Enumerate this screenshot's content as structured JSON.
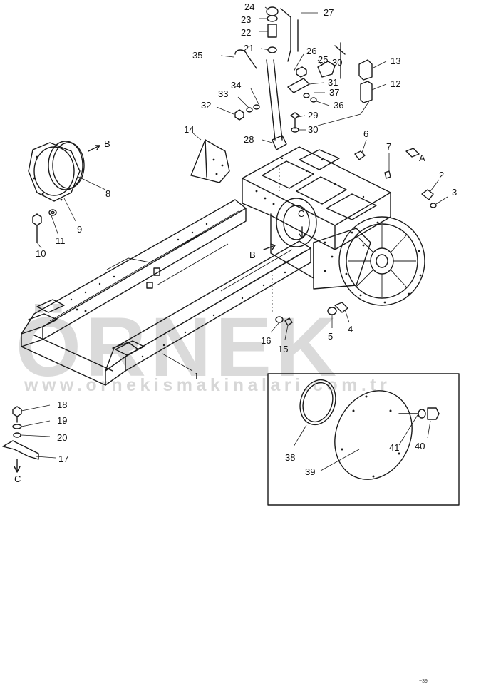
{
  "watermark": {
    "brand": "ÖRNEK",
    "url": "www.ornekismakinalari.com.tr"
  },
  "view_letters": {
    "a": "A",
    "b": "B",
    "c": "C"
  },
  "callouts": {
    "1": "1",
    "2": "2",
    "3": "3",
    "4": "4",
    "5": "5",
    "6": "6",
    "7": "7",
    "8": "8",
    "9": "9",
    "10": "10",
    "11": "11",
    "12": "12",
    "13": "13",
    "14": "14",
    "15": "15",
    "16": "16",
    "17": "17",
    "18": "18",
    "19": "19",
    "20": "20",
    "21": "21",
    "22": "22",
    "23": "23",
    "24": "24",
    "25": "25",
    "26": "26",
    "27": "27",
    "28": "28",
    "29": "29",
    "30": "30",
    "31": "31",
    "32": "32",
    "33": "33",
    "34": "34",
    "35": "35",
    "36": "36",
    "37": "37",
    "38": "38",
    "39": "39",
    "40": "40",
    "41": "41"
  },
  "corner_mark": "~39"
}
